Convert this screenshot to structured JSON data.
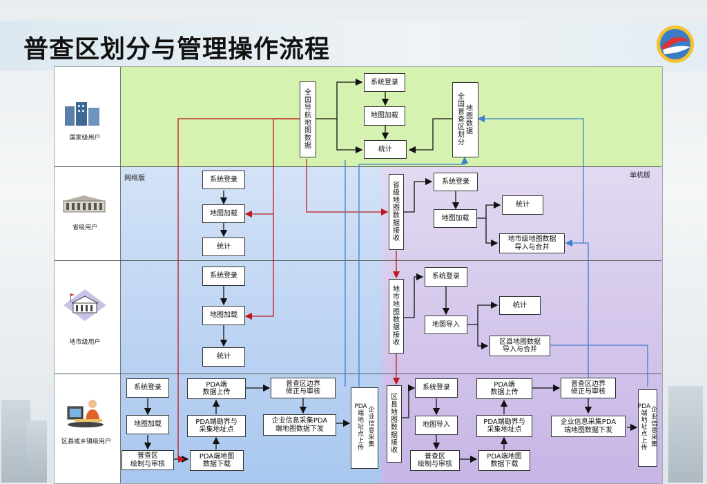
{
  "title": "普查区划分与管理操作流程",
  "roles": {
    "national": "国家级用户",
    "provincial": "省级用户",
    "city": "地市级用户",
    "county": "区县或乡镇级用户"
  },
  "versions": {
    "network": "网络版",
    "standalone": "单机版"
  },
  "national": {
    "nav_data": "全\n国\n导\n航\n地\n图\n数\n据",
    "login": "系统登录",
    "map_load": "地图加载",
    "stats": "统计",
    "census_map": "全\n国\n普\n查\n区\n划\n分",
    "census_map2": "地\n图\n数\n据"
  },
  "provincial": {
    "login": "系统登录",
    "map_load": "地图加载",
    "stats": "统计",
    "receive": "省\n级\n地\n图\n数\n据\n接\n收",
    "s_login": "系统登录",
    "s_map_load": "地图加载",
    "s_stats": "统计",
    "s_import": "地市级地图数据\n导入与合并"
  },
  "city": {
    "login": "系统登录",
    "map_load": "地图加载",
    "stats": "统计",
    "receive": "地\n市\n地\n图\n数\n据\n接\n收",
    "s_login": "系统登录",
    "s_map_import": "地图导入",
    "s_stats": "统计",
    "s_import": "区县地图数据\n导入与合并"
  },
  "county": {
    "login": "系统登录",
    "map_load": "地图加载",
    "draw": "普查区\n绘制与审核",
    "pda_up": "PDA端\n数据上传",
    "pda_survey": "PDA端勘界与\n采集地址点",
    "pda_down": "PDA端地图\n数据下载",
    "boundary": "普查区边界\n修正与审核",
    "ent_pda": "企业信息采集PDA\n端地图数据下发",
    "pda_addr": "PDA\n端\n地\n址\n点\n上\n传",
    "ent_collect": "企\n业\n信\n息\n采\n集",
    "receive": "区\n县\n地\n图\n数\n据\n接\n收",
    "s_login": "系统登录",
    "s_map_import": "地图导入",
    "s_draw": "普查区\n绘制与审核",
    "s_pda_up": "PDA端\n数据上传",
    "s_pda_survey": "PDA端勘界与\n采集地址点",
    "s_pda_down": "PDA端地图\n数据下载",
    "s_boundary": "普查区边界\n修正与审核",
    "s_ent_pda": "企业信息采集PDA\n端地图数据下发",
    "s_pda_addr": "PDA\n端\n地\n址\n点\n上\n传",
    "s_ent_collect": "企\n业\n信\n息\n采\n集"
  },
  "colors": {
    "national_band": "#d6f2b0",
    "network_band": "#c6daf5",
    "standalone_band": "#d9cdee",
    "red_arrow": "#c0181c",
    "blue_arrow": "#3f7fc8"
  }
}
